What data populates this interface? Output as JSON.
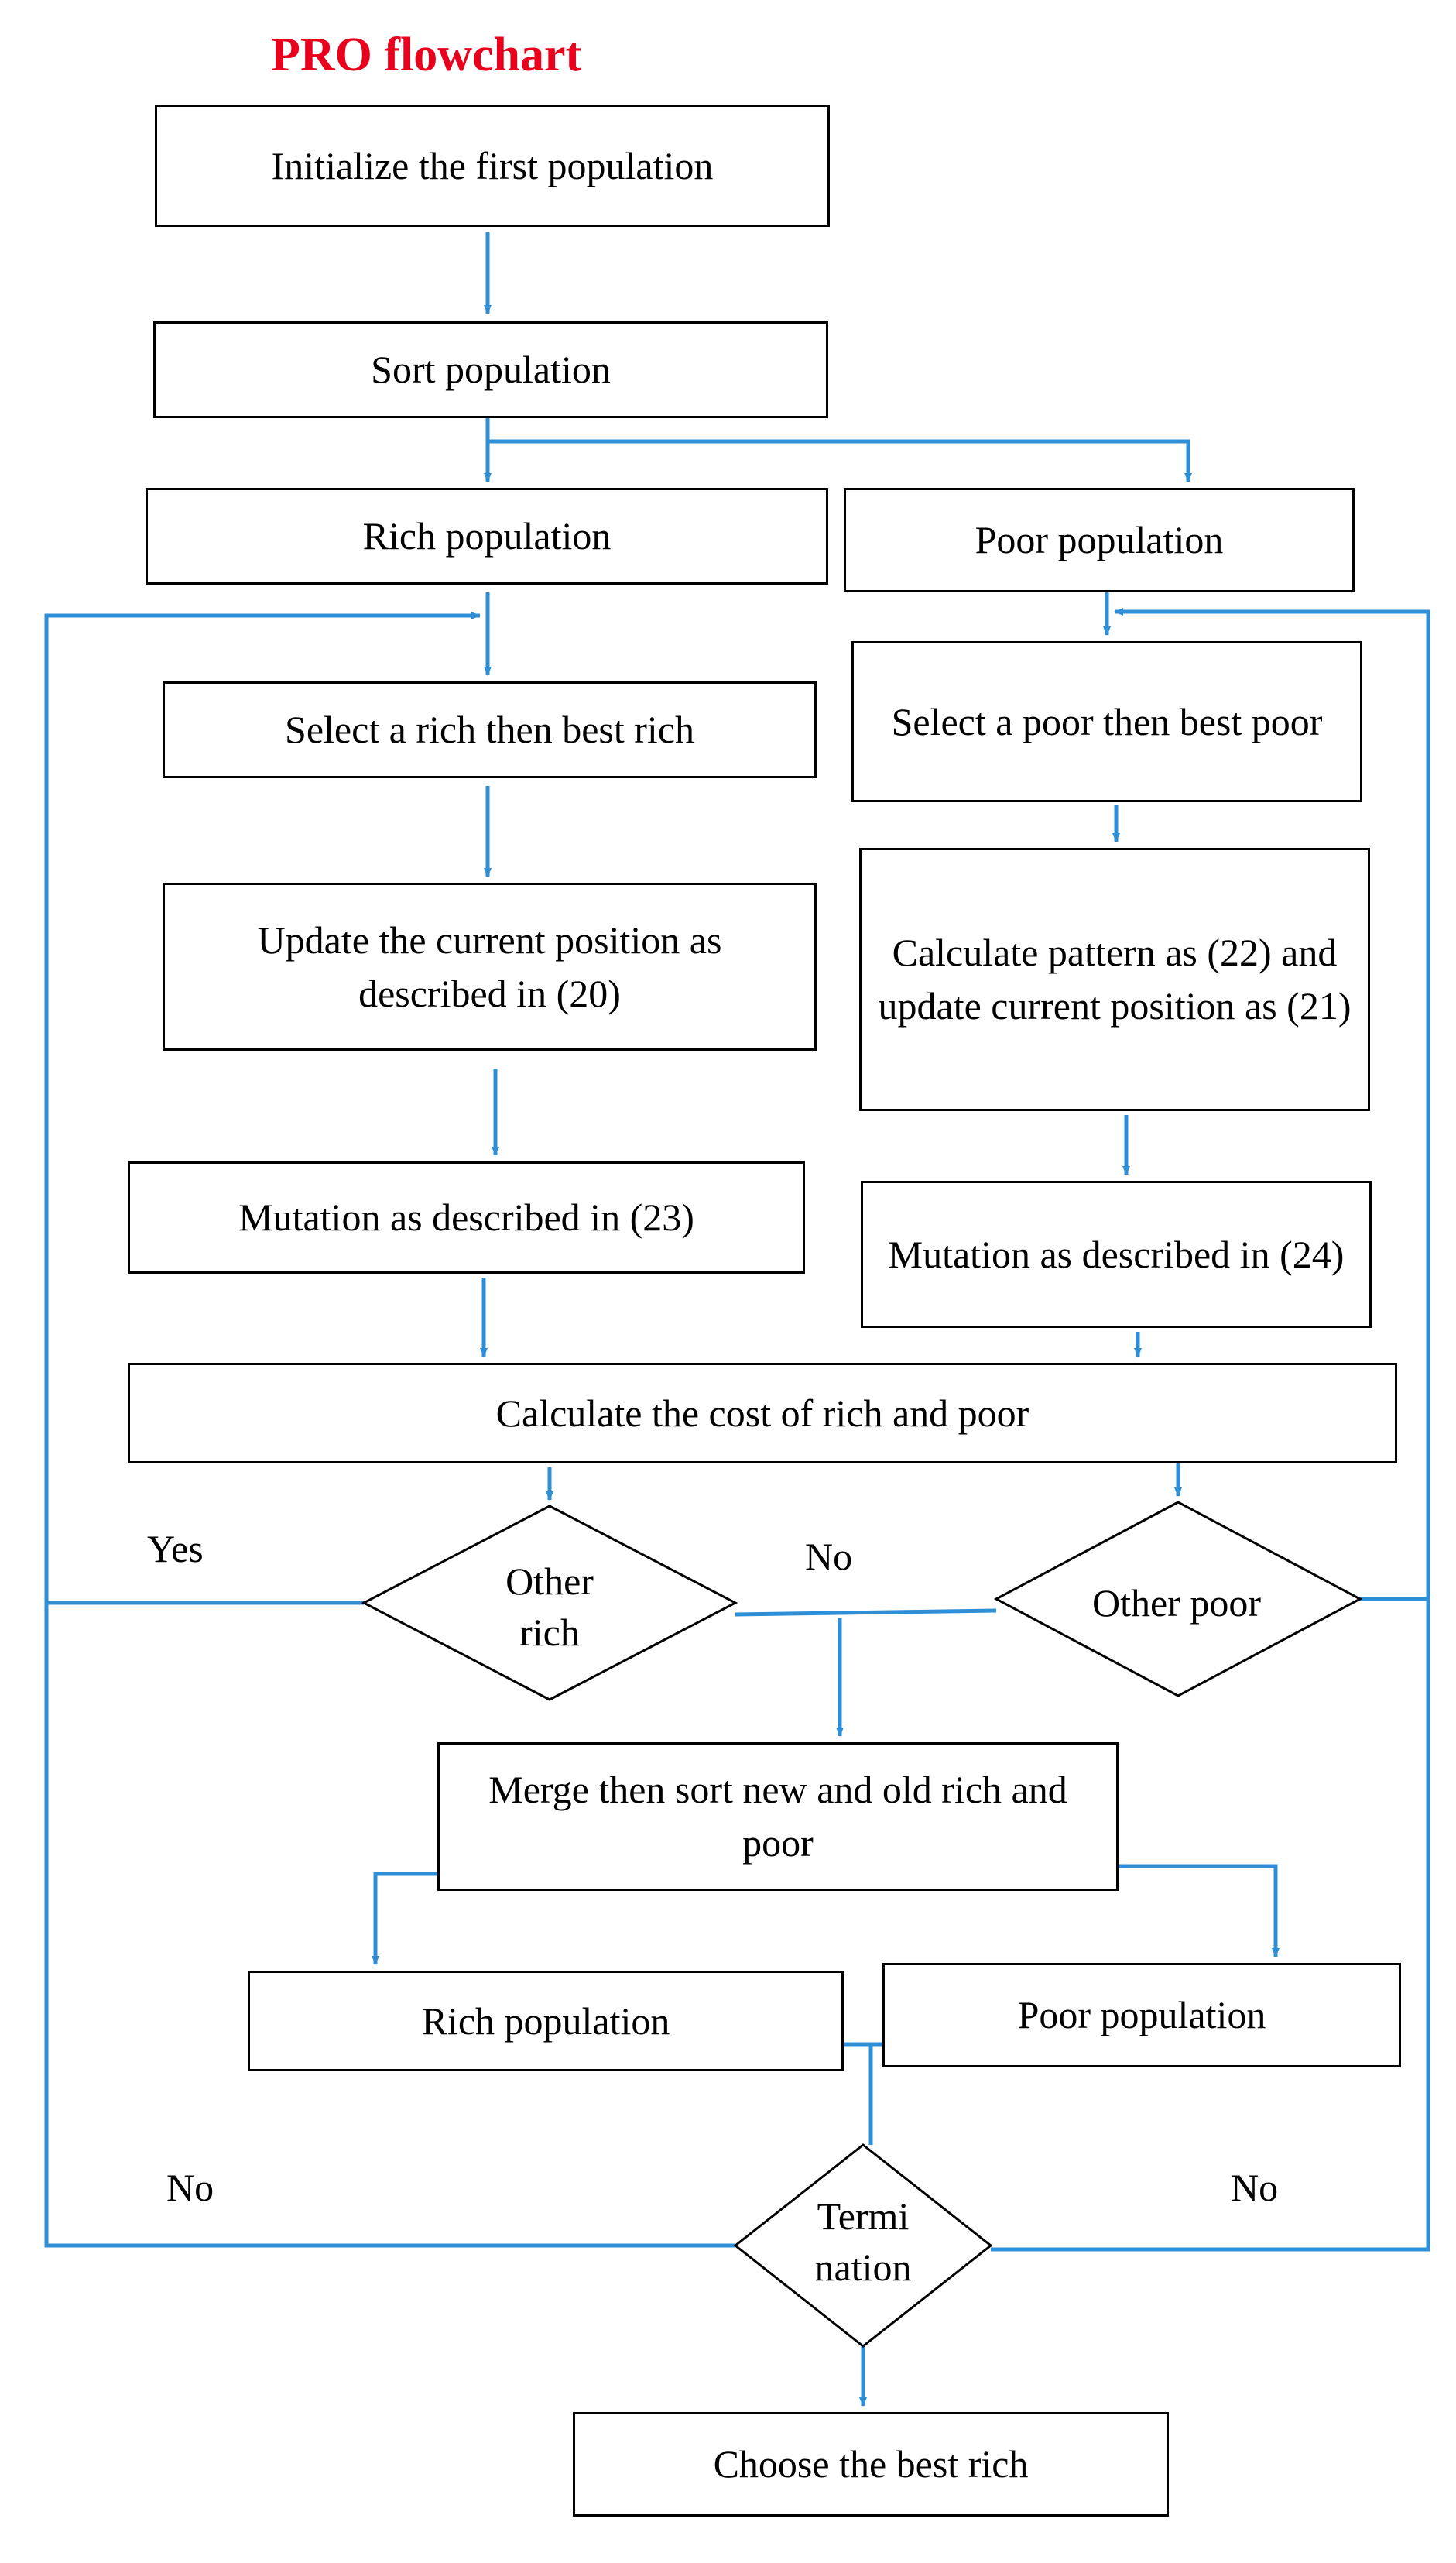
{
  "title": "PRO flowchart",
  "colors": {
    "title": "#e8001c",
    "connector": "#2f8fd6",
    "box_border": "#000000",
    "text": "#000000"
  },
  "nodes": {
    "init": "Initialize the first population",
    "sort": "Sort population",
    "rich_population": "Rich population",
    "poor_population": "Poor population",
    "select_rich": "Select a rich then best rich",
    "select_poor": "Select a poor then best poor",
    "update_rich": "Update the current position as described in (20)",
    "calc_pattern": "Calculate pattern as (22) and update current position as (21)",
    "mutation_rich": "Mutation as described in (23)",
    "mutation_poor": "Mutation as described in (24)",
    "calc_cost": "Calculate the cost of rich and poor",
    "other_rich": "Other rich",
    "other_poor": "Other poor",
    "merge": "Merge then sort new and old rich and poor",
    "rich_population_2": "Rich population",
    "poor_population_2": "Poor population",
    "termination": "Termi nation",
    "choose_best": "Choose the best rich"
  },
  "edge_labels": {
    "other_rich_yes": "Yes",
    "other_rich_no": "No",
    "termination_no_left": "No",
    "termination_no_right": "No"
  }
}
